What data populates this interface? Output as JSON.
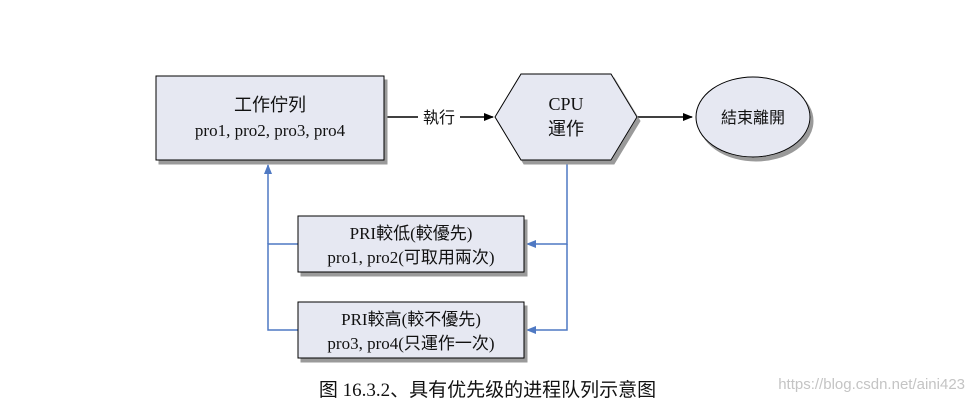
{
  "diagram": {
    "nodes": {
      "job_queue": {
        "line1": "工作佇列",
        "line2": "pro1, pro2, pro3, pro4"
      },
      "cpu": {
        "line1": "CPU",
        "line2": "運作"
      },
      "end": {
        "label": "結束離開"
      },
      "low_pri": {
        "line1": "PRI較低(較優先)",
        "line2": "pro1, pro2(可取用兩次)"
      },
      "high_pri": {
        "line1": "PRI較高(較不優先)",
        "line2": "pro3, pro4(只運作一次)"
      }
    },
    "edges": {
      "execute_label": "執行"
    },
    "colors": {
      "box_fill": "#e6e8f2",
      "stroke": "#000000",
      "feedback_line": "#4f79c3"
    }
  },
  "caption": "图 16.3.2、具有优先级的进程队列示意图",
  "watermark": "https://blog.csdn.net/aini423"
}
